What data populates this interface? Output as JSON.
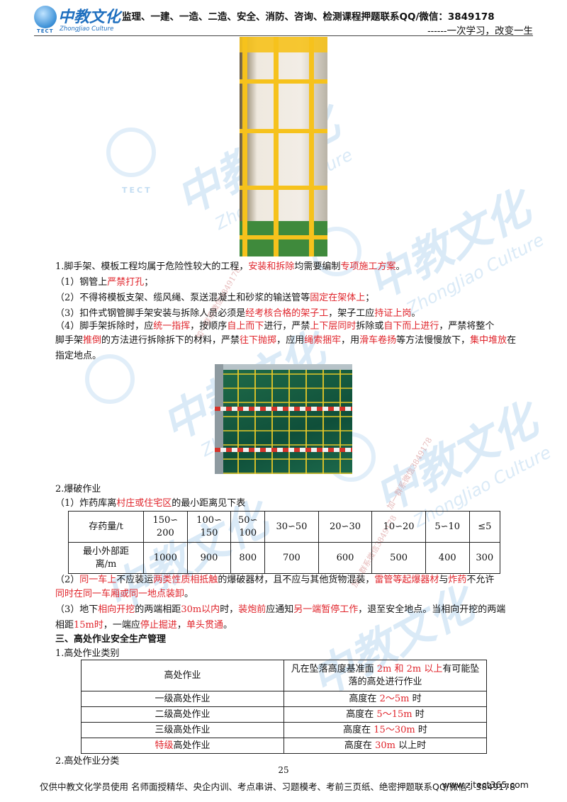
{
  "header": {
    "logo_cn": "中教文化",
    "logo_en": "ZhongJiao Culture",
    "logo_tect": "TECT",
    "contact_text": "监理、一建、一造、二造、安全、消防、咨询、检测课程押题联系QQ/微信：3849178",
    "slogan": "------一次学习，改变一生"
  },
  "watermark": {
    "cn": "中教文化",
    "en": "ZhongJiao Culture",
    "tect": "TECT",
    "small": "加一群系微信3849178"
  },
  "section1": {
    "p_intro": [
      "1.脚手架、模板工程均属于危险性较大的工程，",
      "安装和拆除",
      "均需要编制",
      "专项施工方案",
      "。"
    ],
    "item1": [
      "（1）钢管上",
      "严禁打孔",
      "；"
    ],
    "item2": [
      "（2）不得将模板支架、缆风绳、泵送混凝土和砂浆的输送管等",
      "固定在架体上",
      "；"
    ],
    "item3": [
      "（3）扣件式钢管脚手架安装与拆除人员必须是",
      "经考核合格的架子工",
      "，架子工应",
      "持证上岗",
      "。"
    ],
    "item4_l1": [
      "（4）脚手架拆除时，应",
      "统一指挥",
      "，按顺序",
      "自上而下",
      "进行，严禁",
      "上下层同时",
      "拆除或",
      "自下而上进行",
      "，严禁将整个"
    ],
    "item4_l2": [
      "脚手架",
      "推倒",
      "的方法进行拆除拆下的材料，严禁",
      "往下抛掷",
      "，应用",
      "绳索捆牢",
      "，用",
      "滑车卷扬",
      "等方法慢慢放下，",
      "集中堆放",
      "在"
    ],
    "item4_l3": "指定地点。"
  },
  "section2": {
    "title": "2.爆破作业",
    "item1": [
      "（1）炸药库离",
      "村庄或住宅区",
      "的最小距离见下表"
    ],
    "table": {
      "row1_label": "存药量/t",
      "row1": [
        [
          "150∽",
          "200"
        ],
        [
          "100∽",
          "150"
        ],
        [
          "50∽",
          "100"
        ],
        [
          "30∽50"
        ],
        [
          "20∽30"
        ],
        [
          "10∽20"
        ],
        [
          "5∽10"
        ],
        [
          "≤5"
        ]
      ],
      "row2_label": [
        "最小外部距",
        "离/m"
      ],
      "row2": [
        "1000",
        "900",
        "800",
        "700",
        "600",
        "500",
        "400",
        "300"
      ]
    },
    "item2_l1": [
      "（2）",
      "同一车上",
      "不应装运",
      "两类性质相抵触",
      "的爆破器材，且不应与其他货物混装，",
      "雷管等起爆器材",
      "与",
      "炸药",
      "不允许"
    ],
    "item2_l2": [
      "同时在同一车厢或同一地点装卸",
      "。"
    ],
    "item3_l1": [
      "（3）地下",
      "相向开挖",
      "的两端相距",
      "30m以内",
      "时，",
      "装炮前",
      "应通知",
      "另一端暂停工作",
      "，退至安全地点。当相向开挖的两端"
    ],
    "item3_l2": [
      "相距",
      "15m时",
      "，一端应",
      "停止掘进",
      "，",
      "单头贯通",
      "。"
    ]
  },
  "section3": {
    "title": "三、高处作业安全生产管理",
    "sub1": "1.高处作业类别",
    "table": {
      "head_left": "高处作业",
      "head_right_l1": [
        "凡在坠落高度基准面 ",
        "2m 和 2m 以上",
        "有可能坠"
      ],
      "head_right_l2": "落的高处进行作业",
      "rows": [
        {
          "left": [
            "",
            "一级高处作业"
          ],
          "right": [
            "高度在 ",
            "2～5m",
            " 时"
          ]
        },
        {
          "left": [
            "",
            "二级高处作业"
          ],
          "right": [
            "高度在 ",
            "5～15m",
            " 时"
          ]
        },
        {
          "left": [
            "",
            "三级高处作业"
          ],
          "right": [
            "高度在 ",
            "15～30m",
            " 时"
          ]
        },
        {
          "left": [
            "特级",
            "高处作业"
          ],
          "right": [
            "高度在 ",
            "30m",
            " 以上时"
          ]
        }
      ]
    },
    "sub2": "2.高处作业分类"
  },
  "page_number": "25",
  "footer": {
    "text": "仅供中教文化学员使用 名师面授精华、央企内训、考点串讲、习题模考、考前三页纸、绝密押题联系QQ/微信：3849178",
    "url": "www.zjtect365.com"
  }
}
